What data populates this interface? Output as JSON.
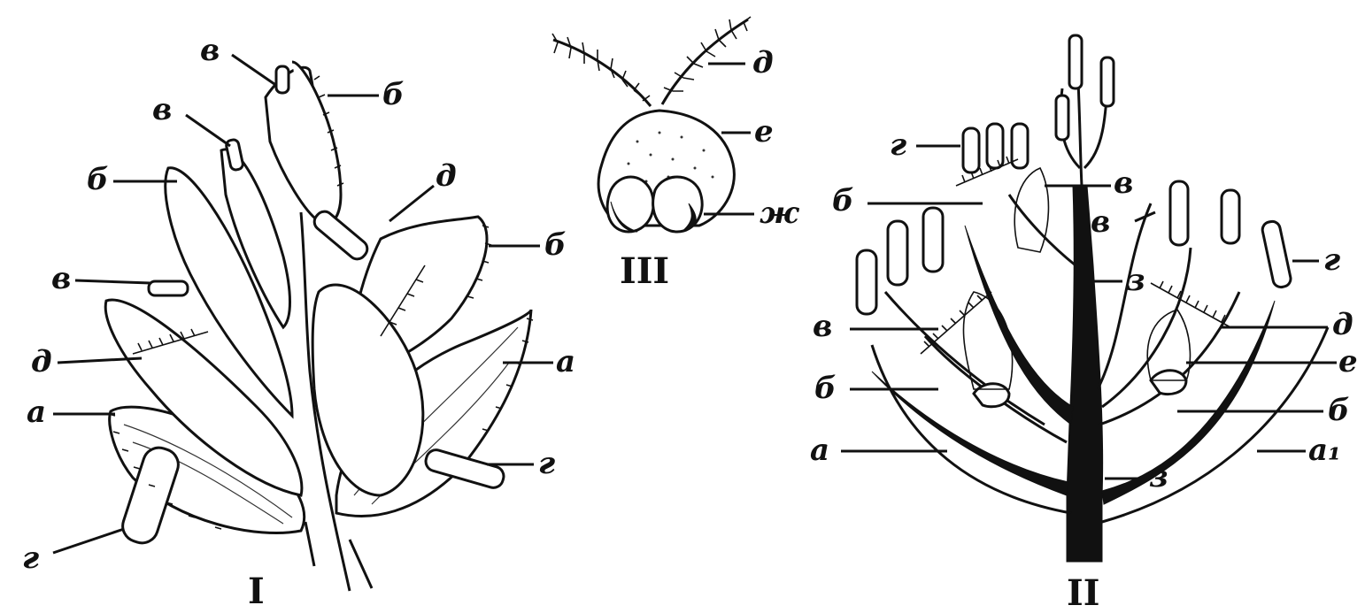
{
  "figures": {
    "I": {
      "numeral": "I",
      "labels": {
        "v1": "в",
        "v2": "в",
        "v3": "в",
        "b1": "б",
        "b2": "б",
        "b3": "б",
        "d1": "д",
        "d2": "д",
        "a1": "а",
        "a2": "а",
        "g1": "г",
        "g2": "г"
      }
    },
    "II": {
      "numeral": "II",
      "labels": {
        "g1": "г",
        "g2": "г",
        "v1": "в",
        "v2": "в",
        "v3": "в",
        "b1": "б",
        "b2": "б",
        "b3": "б",
        "z1": "з",
        "z2": "з",
        "d": "д",
        "e": "е",
        "a": "а",
        "a1": "а₁"
      }
    },
    "III": {
      "numeral": "III",
      "labels": {
        "d": "д",
        "e": "е",
        "zh": "ж"
      }
    }
  },
  "colors": {
    "ink": "#111111",
    "paper": "#ffffff"
  }
}
